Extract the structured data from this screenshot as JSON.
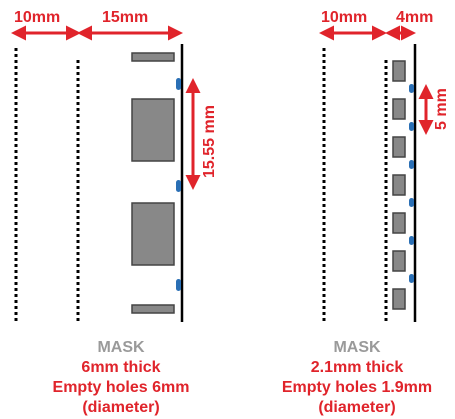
{
  "colors": {
    "red": "#e0242b",
    "grey_label": "#9a9a9a",
    "block_fill": "#888888",
    "blue_dot": "#2a6fb5"
  },
  "left_panel": {
    "dim_top_left": "10mm",
    "dim_top_right": "15mm",
    "dim_vertical": "15.55 mm",
    "caption_title": "MASK",
    "caption_lines": [
      "6mm thick",
      "Empty holes 6mm",
      "(diameter)"
    ]
  },
  "right_panel": {
    "dim_top_left": "10mm",
    "dim_top_right": "4mm",
    "dim_vertical": "5 mm",
    "caption_title": "MASK",
    "caption_lines": [
      "2.1mm thick",
      "Empty holes 1.9mm",
      "(diameter)"
    ]
  }
}
